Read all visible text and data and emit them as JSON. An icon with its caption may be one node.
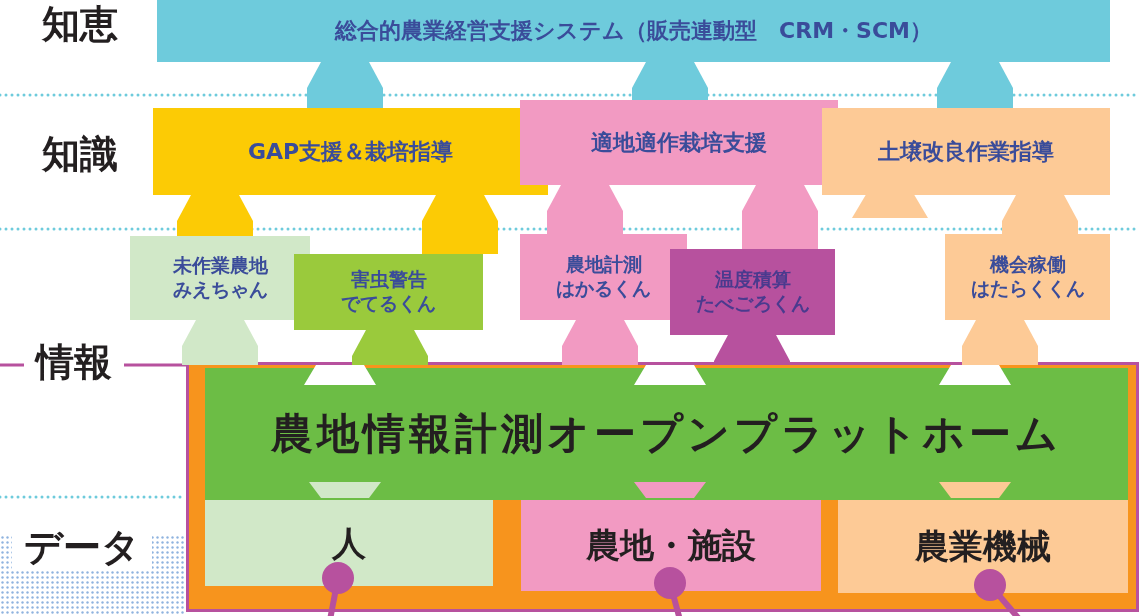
{
  "diagram": {
    "nodes": [
      {
        "text": [
          "総合的農業経営支援システム（販売連動型　CRM・SCM）"
        ]
      },
      {
        "text": [
          "GAP支援＆栽培指導"
        ]
      },
      {
        "text": [
          "適地適作栽培支援"
        ]
      },
      {
        "text": [
          "土壌改良作業指導"
        ]
      },
      {
        "text": [
          "未作業農地みえちゃん"
        ]
      },
      {
        "text": [
          "害虫警告でてるくん"
        ]
      },
      {
        "text": [
          "農地計測はかるくん"
        ]
      },
      {
        "text": [
          "温度積算たべごろくん"
        ]
      },
      {
        "text": [
          "機会稼働はたらくくん"
        ]
      },
      {
        "text": [],
        "shape": "box"
      },
      {
        "text": [
          "農地情報計測オープンプラットホーム"
        ],
        "in": 9
      },
      {
        "text": [
          "人"
        ],
        "in": 9
      },
      {
        "text": [
          "農地・施設"
        ],
        "in": 9
      },
      {
        "text": [
          "農業機械"
        ],
        "in": 9
      },
      {
        "text": [],
        "shape": "trapezoid"
      }
    ],
    "edges": [
      {
        "from": 0,
        "to": 1,
        "arrow": "none",
        "color": "#6ecbdc"
      },
      {
        "from": 0,
        "to": 2,
        "arrow": "none",
        "color": "#6ecbdc"
      },
      {
        "from": 0,
        "to": 3,
        "arrow": "none",
        "color": "#6ecbdc"
      },
      {
        "from": 1,
        "to": 4,
        "arrow": "none",
        "color": "#fccb05"
      },
      {
        "from": 1,
        "to": 5,
        "arrow": "none",
        "color": "#fccb05"
      },
      {
        "from": 2,
        "to": 6,
        "arrow": "none",
        "color": "#f29ac2"
      },
      {
        "from": 2,
        "to": 7,
        "arrow": "none",
        "color": "#f29ac2"
      },
      {
        "from": 3,
        "to": 8,
        "arrow": "none",
        "color": "#fdca96"
      },
      {
        "from": 4,
        "to": 10,
        "arrow": "none",
        "color": "#d1e8c8"
      },
      {
        "from": 5,
        "to": 10,
        "arrow": "none",
        "color": "#9aca3c"
      },
      {
        "from": 6,
        "to": 10,
        "arrow": "none",
        "color": "#f29ac2"
      },
      {
        "from": 7,
        "to": 10,
        "arrow": "none",
        "color": "#b7519e"
      },
      {
        "from": 8,
        "to": 10,
        "arrow": "none",
        "color": "#fdca96"
      },
      {
        "from": 11,
        "to": null,
        "arrow": "other",
        "color": "#b7519e"
      },
      {
        "from": 12,
        "to": null,
        "arrow": "other",
        "color": "#b7519e"
      },
      {
        "from": 13,
        "to": null,
        "arrow": "other",
        "color": "#b7519e"
      }
    ],
    "labels": [
      "知恵",
      "知識",
      "情報",
      "データ"
    ]
  }
}
